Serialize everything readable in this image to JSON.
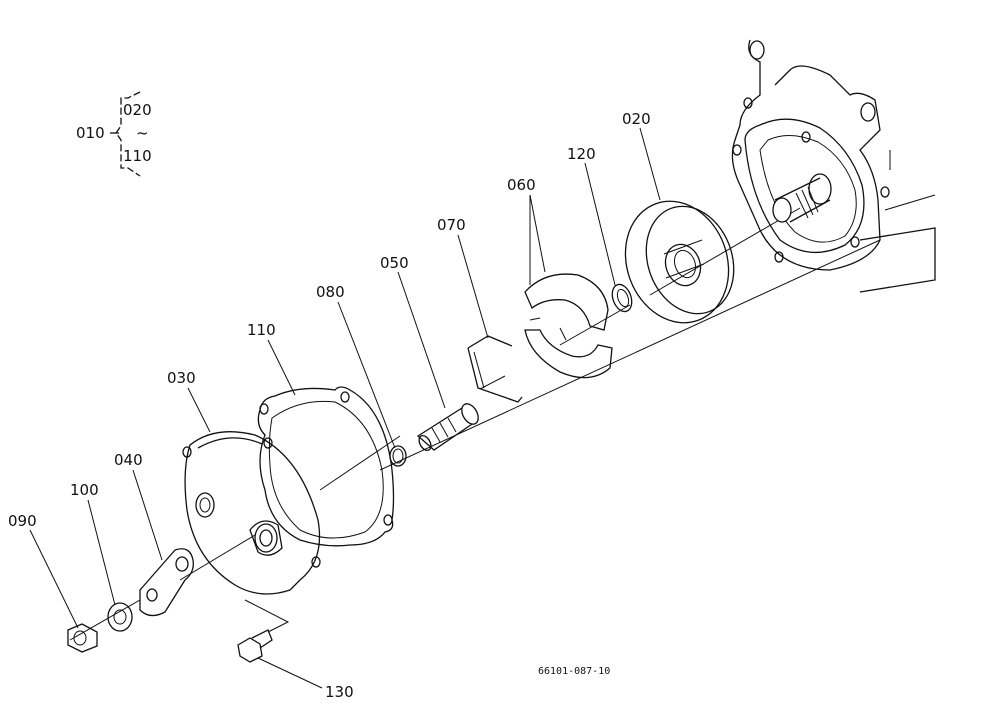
{
  "legend": {
    "assembly": "010",
    "range_start": "020",
    "range_tilde": "~",
    "range_end": "110"
  },
  "parts": [
    {
      "id": "p020",
      "label": "020"
    },
    {
      "id": "p120",
      "label": "120"
    },
    {
      "id": "p060",
      "label": "060"
    },
    {
      "id": "p070",
      "label": "070"
    },
    {
      "id": "p050",
      "label": "050"
    },
    {
      "id": "p080",
      "label": "080"
    },
    {
      "id": "p110",
      "label": "110"
    },
    {
      "id": "p030",
      "label": "030"
    },
    {
      "id": "p040",
      "label": "040"
    },
    {
      "id": "p100",
      "label": "100"
    },
    {
      "id": "p090",
      "label": "090"
    },
    {
      "id": "p130",
      "label": "130"
    }
  ],
  "drawing_code": "66101-087-10"
}
